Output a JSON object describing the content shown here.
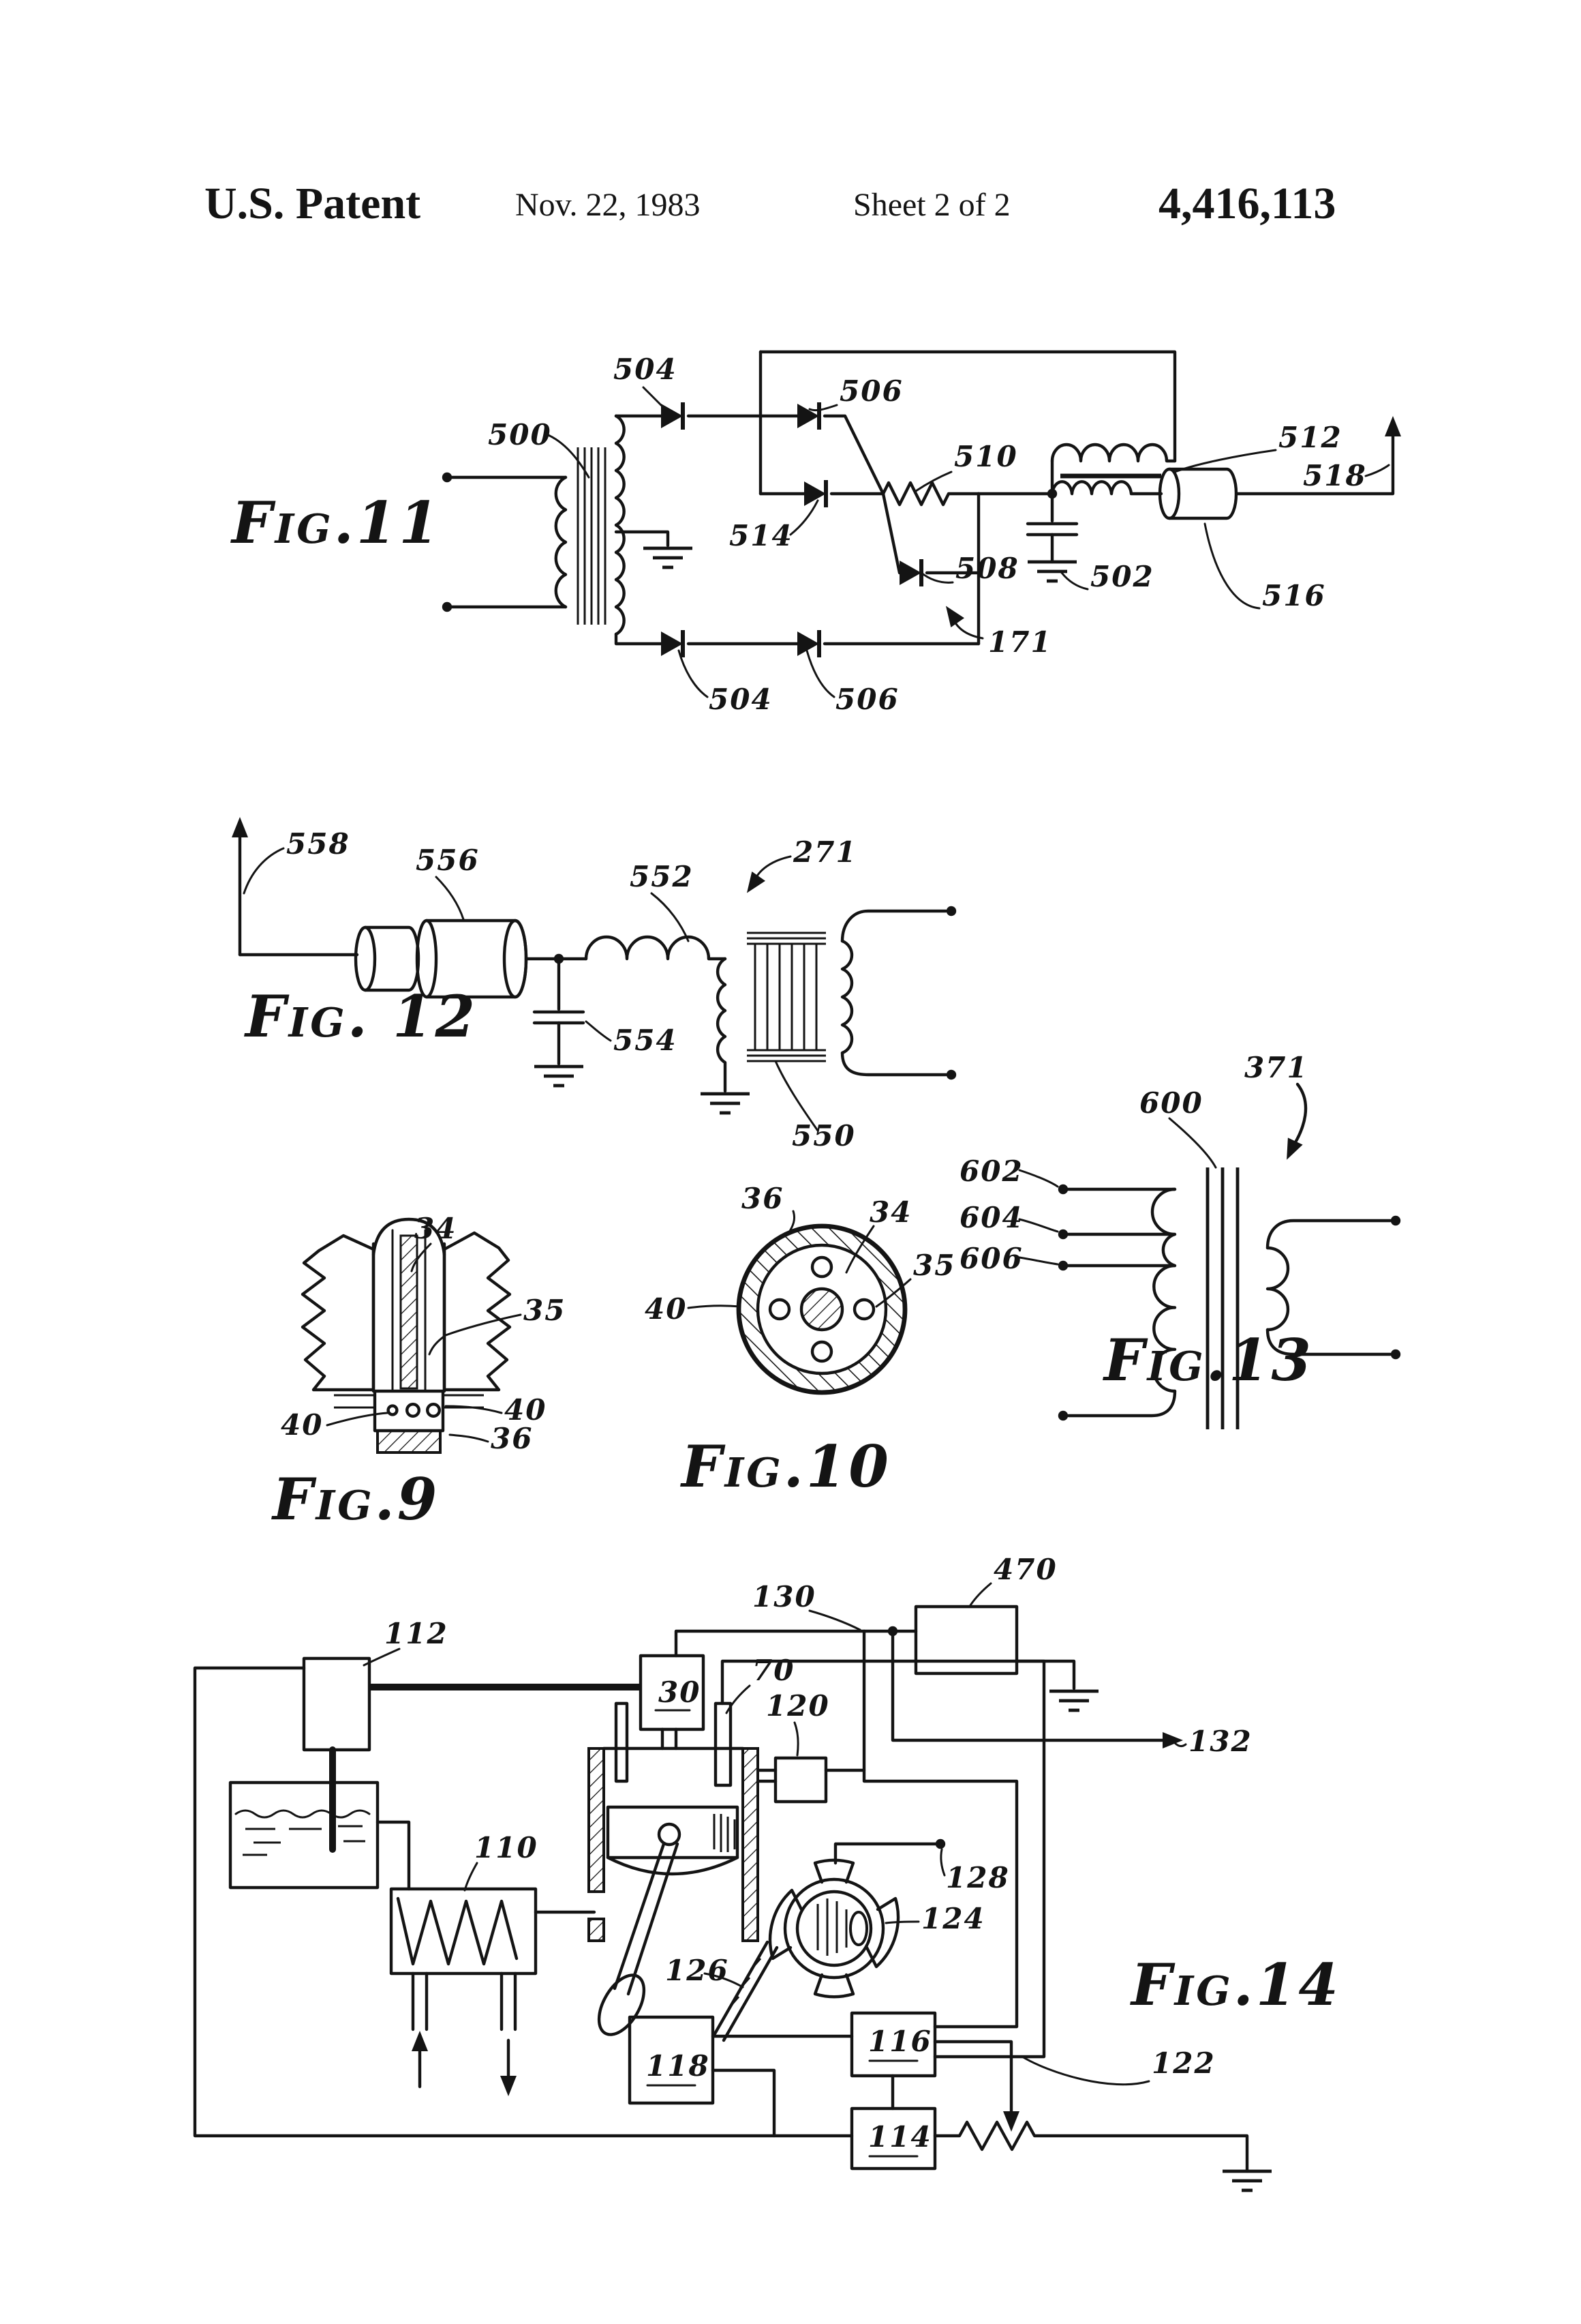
{
  "header": {
    "title": "U.S. Patent",
    "date": "Nov. 22, 1983",
    "sheet": "Sheet 2 of 2",
    "patent_number": "4,416,113"
  },
  "figures": {
    "fig11": {
      "label": "Fig.11",
      "refs": {
        "transformer": "500",
        "diode_top": "504",
        "thyristor_top": "506",
        "resistor": "510",
        "diode_mid": "514",
        "diode_low": "508",
        "diode_bottom": "504",
        "thyristor_bottom": "506",
        "coil": "512",
        "output": "518",
        "capacitor": "502",
        "delay": "516",
        "assembly": "171"
      }
    },
    "fig12": {
      "label": "Fig. 12",
      "refs": {
        "output_arrow": "558",
        "filter": "556",
        "inductor": "552",
        "capacitor": "554",
        "transformer": "550",
        "assembly": "271"
      }
    },
    "fig13": {
      "label": "Fig.13",
      "refs": {
        "tap1": "602",
        "tap2": "604",
        "tap3": "606",
        "core": "600",
        "assembly": "371"
      }
    },
    "fig9": {
      "label": "Fig.9",
      "refs": {
        "electrode": "34",
        "insulator": "35",
        "port_left": "40",
        "port_right": "40",
        "tip": "36"
      }
    },
    "fig10": {
      "label": "Fig.10",
      "refs": {
        "shell": "36",
        "electrode": "34",
        "insulator": "35",
        "port": "40"
      }
    },
    "fig14": {
      "label": "Fig.14",
      "refs": {
        "actuator": "112",
        "control_line": "130",
        "controller": "470",
        "plug": "70",
        "injector": "30",
        "sensor": "120",
        "output": "132",
        "exchanger": "110",
        "rotation": "128",
        "flywheel": "124",
        "link": "126",
        "unit118": "118",
        "unit116": "116",
        "unit114": "114",
        "potentiometer": "122"
      }
    }
  }
}
